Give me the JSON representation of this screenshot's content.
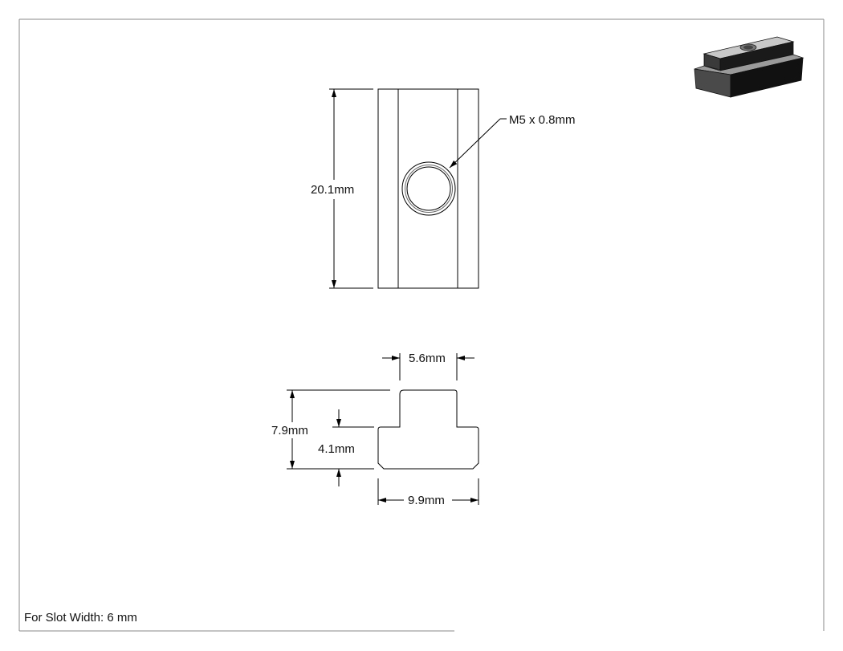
{
  "dimensions": {
    "height": "20.1mm",
    "thread": "M5 x 0.8mm",
    "top_width": "5.6mm",
    "total_height": "7.9mm",
    "flange_height": "4.1mm",
    "bottom_width": "9.9mm"
  },
  "note": "For Slot Width: 6 mm"
}
